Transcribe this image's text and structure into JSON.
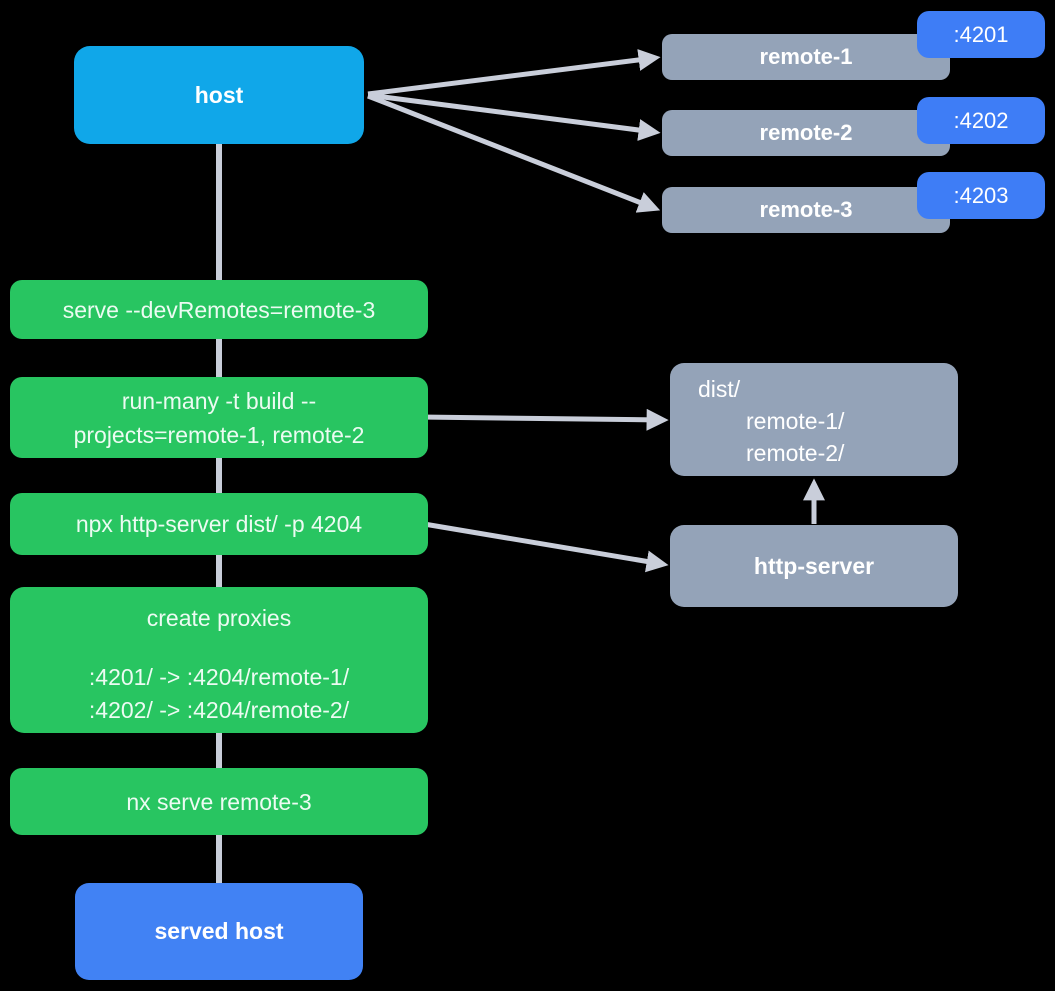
{
  "diagram": {
    "host": {
      "label": "host"
    },
    "remotes": [
      {
        "label": "remote-1",
        "port": ":4201"
      },
      {
        "label": "remote-2",
        "port": ":4202"
      },
      {
        "label": "remote-3",
        "port": ":4203"
      }
    ],
    "commands": {
      "serve": "serve --devRemotes=remote-3",
      "run_many_line1": "run-many -t build --",
      "run_many_line2": "projects=remote-1, remote-2",
      "http_server": "npx http-server dist/ -p 4204",
      "proxies_title": "create proxies",
      "proxy_rule_1": ":4201/ -> :4204/remote-1/",
      "proxy_rule_2": ":4202/ -> :4204/remote-2/",
      "nx_serve": "nx serve remote-3"
    },
    "dist": {
      "root": "dist/",
      "children": [
        "remote-1/",
        "remote-2/"
      ]
    },
    "http_server": {
      "label": "http-server"
    },
    "served_host": {
      "label": "served host"
    },
    "colors": {
      "host_blue": "#10A7E9",
      "port_badge_blue": "#3E7DF6",
      "served_host_blue": "#4182F4",
      "node_gray": "#94A3B8",
      "command_green": "#28C561",
      "connector_gray": "#C9CEDA"
    }
  }
}
